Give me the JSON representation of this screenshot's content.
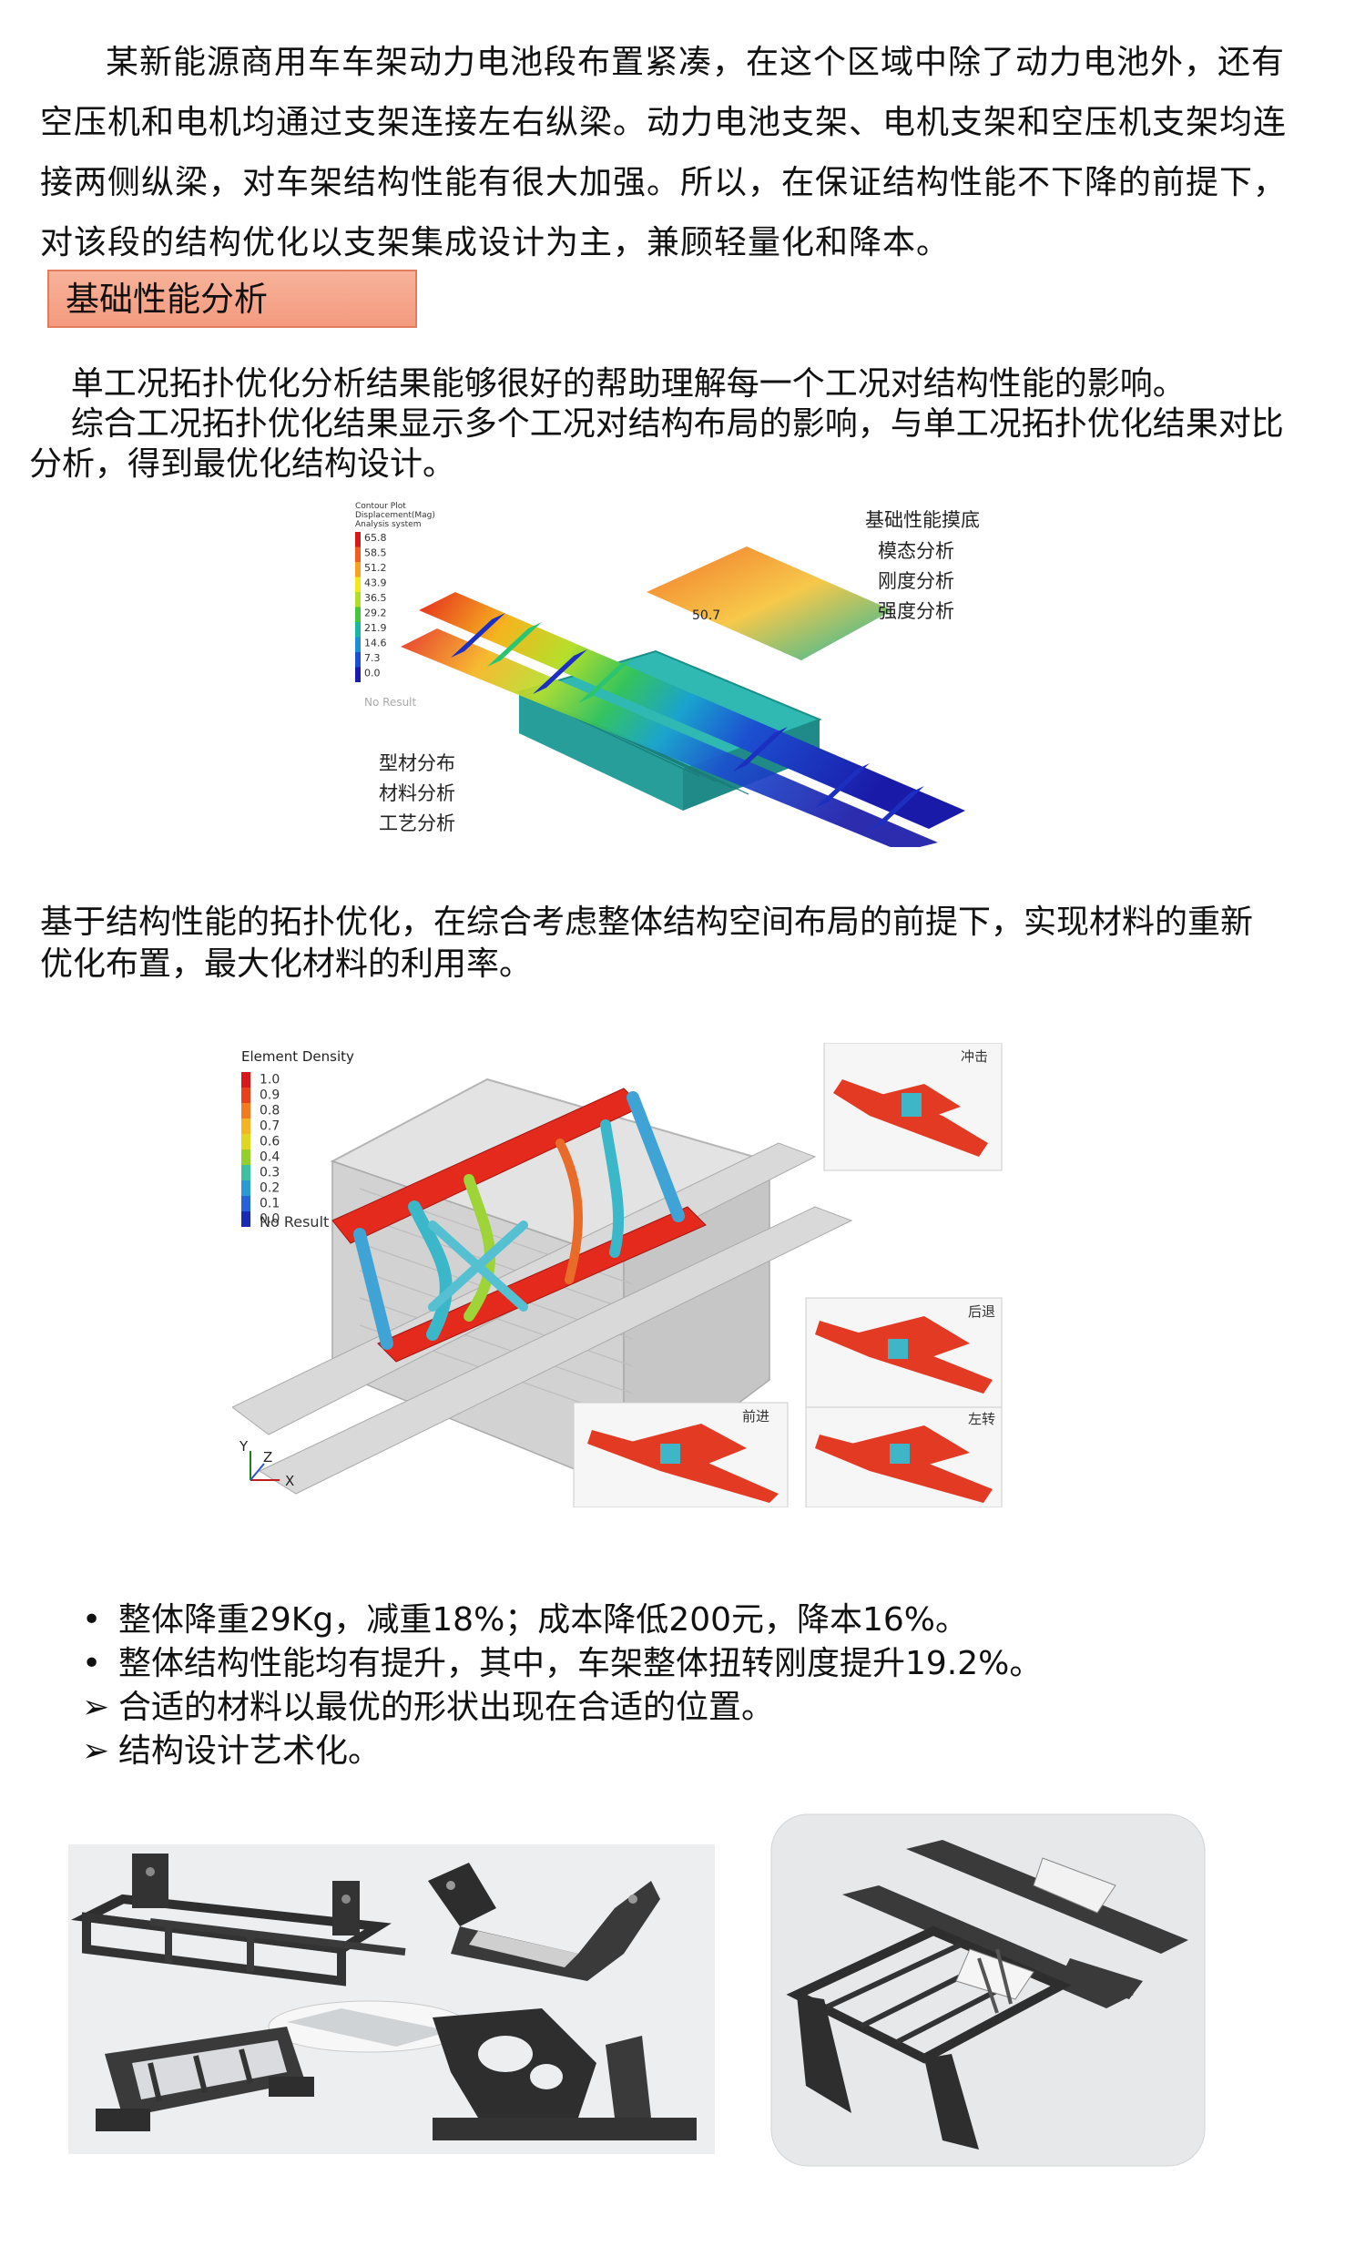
{
  "intro": {
    "lines": [
      "某新能源商用车车架动力电池段布置紧凑，在这个区域中除了动力电池外，还有",
      "空压机和电机均通过支架连接左右纵梁。动力电池支架、电机支架和空压机支架均连",
      "接两侧纵梁，对车架结构性能有很大加强。所以，在保证结构性能不下降的前提下，",
      "对该段的结构优化以支架集成设计为主，兼顾轻量化和降本。"
    ]
  },
  "section_heading": "基础性能分析",
  "analysis_text": {
    "lines": [
      "    单工况拓扑优化分析结果能够很好的帮助理解每一个工况对结构性能的影响。",
      "    综合工况拓扑优化结果显示多个工况对结构布局的影响，与单工况拓扑优化结果对比",
      "分析，得到最优化结构设计。"
    ]
  },
  "figure1": {
    "legend_header": [
      "Contour Plot",
      "Displacement(Mag)",
      "Analysis system"
    ],
    "legend_values": [
      "65.8",
      "58.5",
      "51.2",
      "43.9",
      "36.5",
      "29.2",
      "21.9",
      "14.6",
      "7.3",
      "0.0"
    ],
    "legend_no_result": "No Result",
    "legend_colors": [
      "#d7191c",
      "#f45b1e",
      "#f9a220",
      "#f5e51b",
      "#b2de27",
      "#45c63b",
      "#17b9a5",
      "#1c8fd6",
      "#1b4fd3",
      "#1a1ab0"
    ],
    "probe_value": "50.7",
    "right_title": "基础性能摸底",
    "right_items": [
      "模态分析",
      "刚度分析",
      "强度分析"
    ],
    "left_items": [
      "型材分布",
      "材料分析",
      "工艺分析"
    ]
  },
  "topology_text": {
    "lines": [
      "基于结构性能的拓扑优化，在综合考虑整体结构空间布局的前提下，实现材料的重新",
      "优化布置，最大化材料的利用率。"
    ]
  },
  "figure2": {
    "legend_title": "Element Density",
    "legend_values": [
      "1.0",
      "0.9",
      "0.8",
      "0.7",
      "0.6",
      "0.4",
      "0.3",
      "0.2",
      "0.1",
      "0.0"
    ],
    "legend_no_result": "No Result",
    "legend_colors": [
      "#d7191c",
      "#e8421d",
      "#f47a20",
      "#f5b520",
      "#ddd720",
      "#95cf2a",
      "#3fc1a0",
      "#2a9ad7",
      "#2464d8",
      "#1b2ab5"
    ],
    "axis_labels": [
      "Y",
      "Z",
      "X"
    ],
    "insets": [
      "冲击",
      "后退",
      "前进",
      "左转"
    ]
  },
  "results": {
    "items": [
      {
        "marker": "•",
        "text": "整体降重29Kg，减重18%；成本降低200元，降本16%。"
      },
      {
        "marker": "•",
        "text": "整体结构性能均有提升，其中，车架整体扭转刚度提升19.2%。"
      },
      {
        "marker": "➢",
        "text": "合适的材料以最优的形状出现在合适的位置。"
      },
      {
        "marker": "➢",
        "text": "结构设计艺术化。"
      }
    ]
  }
}
